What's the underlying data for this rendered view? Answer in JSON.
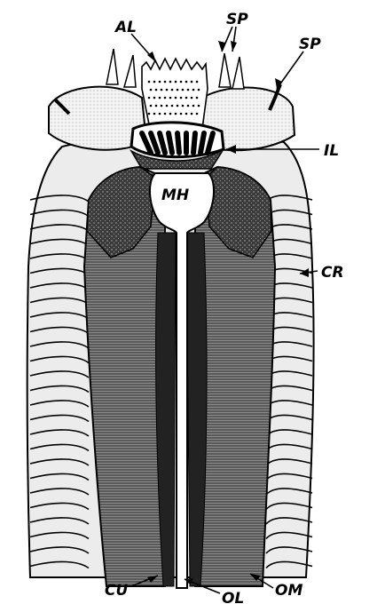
{
  "labels": {
    "al": "AL",
    "sp_left": "SP",
    "sp_right": "SP",
    "il": "IL",
    "mh": "MH",
    "cr": "CR",
    "cu": "CU",
    "ol": "OL",
    "om": "OM"
  }
}
